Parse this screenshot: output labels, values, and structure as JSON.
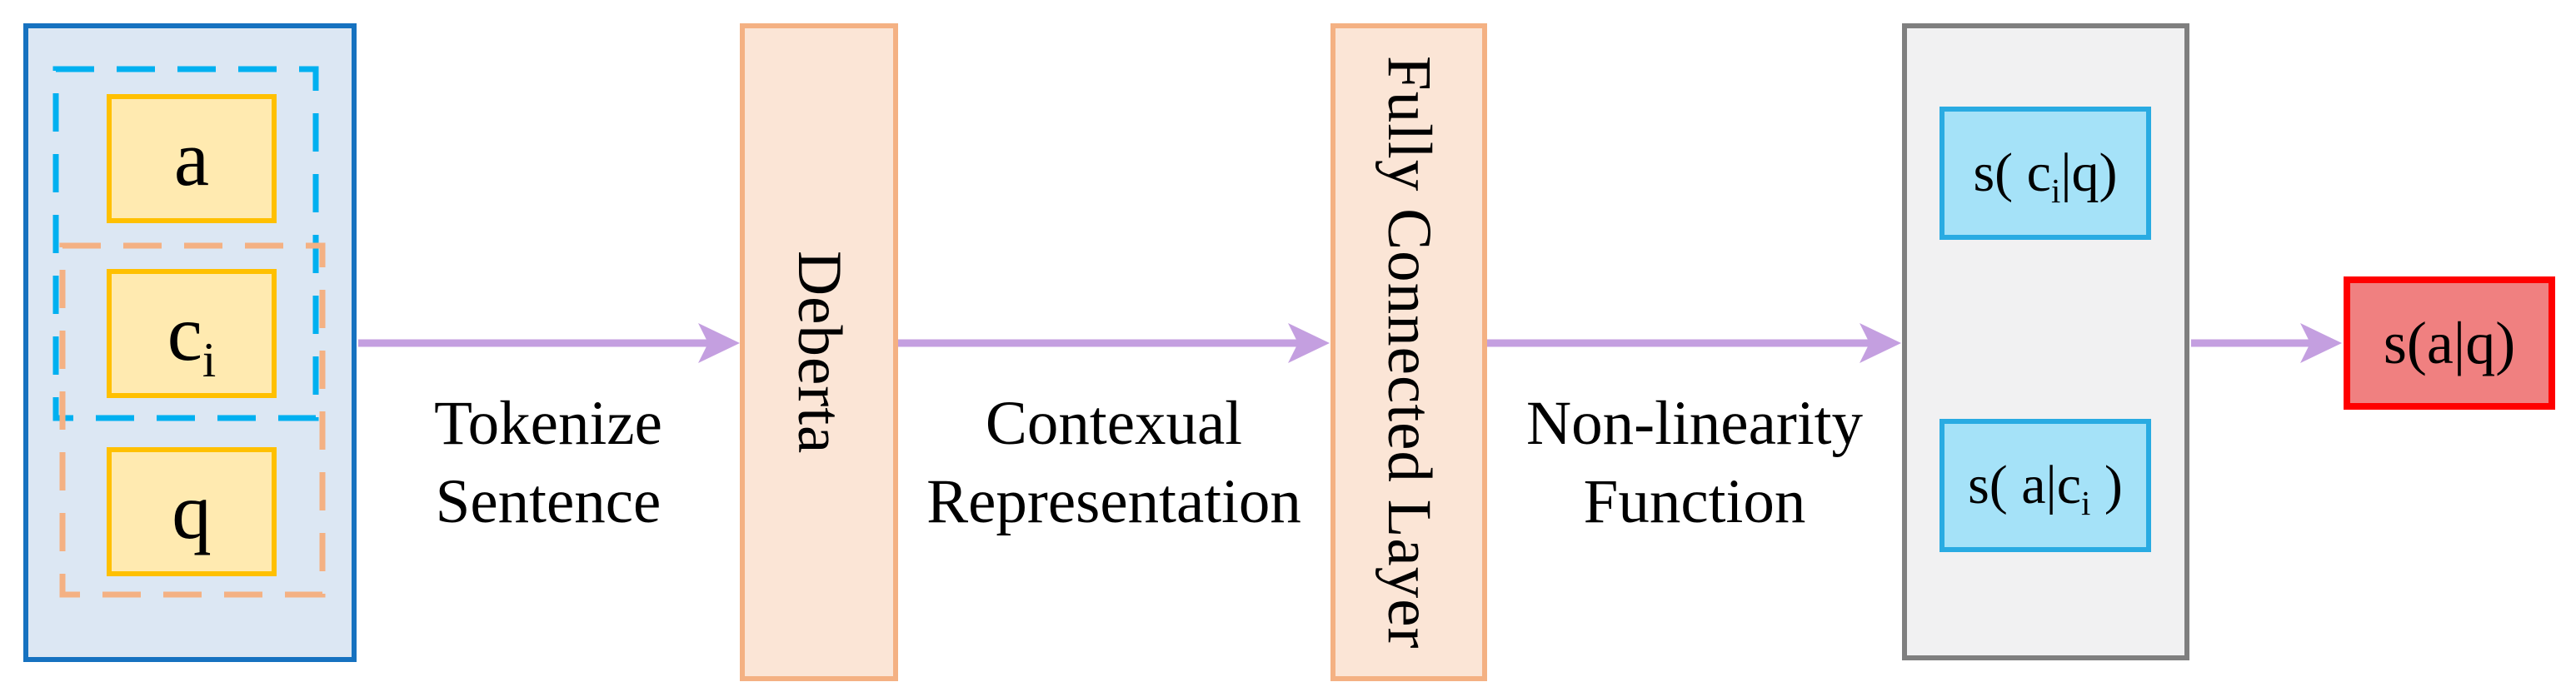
{
  "colors": {
    "panel_fill": "#dce7f3",
    "panel_border": "#1672c0",
    "answer_group_dash": "#00b0f0",
    "question_group_dash": "#f4b183",
    "token_fill": "#ffeab0",
    "token_border": "#ffc000",
    "stage_fill": "#fbe5d6",
    "stage_border": "#f4b183",
    "scores_fill": "#f1f1f2",
    "scores_border": "#7f7f7f",
    "score_fill": "#a5e2f8",
    "score_border": "#29abe2",
    "output_fill": "#f08080",
    "output_border": "#ff0000",
    "arrow": "#c49fe0",
    "text": "#000000"
  },
  "input_panel": {
    "tokens": [
      {
        "pre": "a",
        "sub": "",
        "post": ""
      },
      {
        "pre": "c",
        "sub": "i",
        "post": ""
      },
      {
        "pre": "q",
        "sub": "",
        "post": ""
      }
    ]
  },
  "stages": [
    {
      "label": "Deberta"
    },
    {
      "label": "Fully Connected Layer"
    }
  ],
  "arrow_labels": [
    {
      "line1": "Tokenize",
      "line2": "Sentence"
    },
    {
      "line1": "Contexual",
      "line2": "Representation"
    },
    {
      "line1": "Non-linearity",
      "line2": "Function"
    }
  ],
  "scores_panel": {
    "scores": [
      {
        "pre": "s( c",
        "sub": "i",
        "post": "|q)"
      },
      {
        "pre": "s( a|c",
        "sub": "i",
        "post": " )"
      }
    ]
  },
  "output": {
    "text": "s(a|q)"
  }
}
